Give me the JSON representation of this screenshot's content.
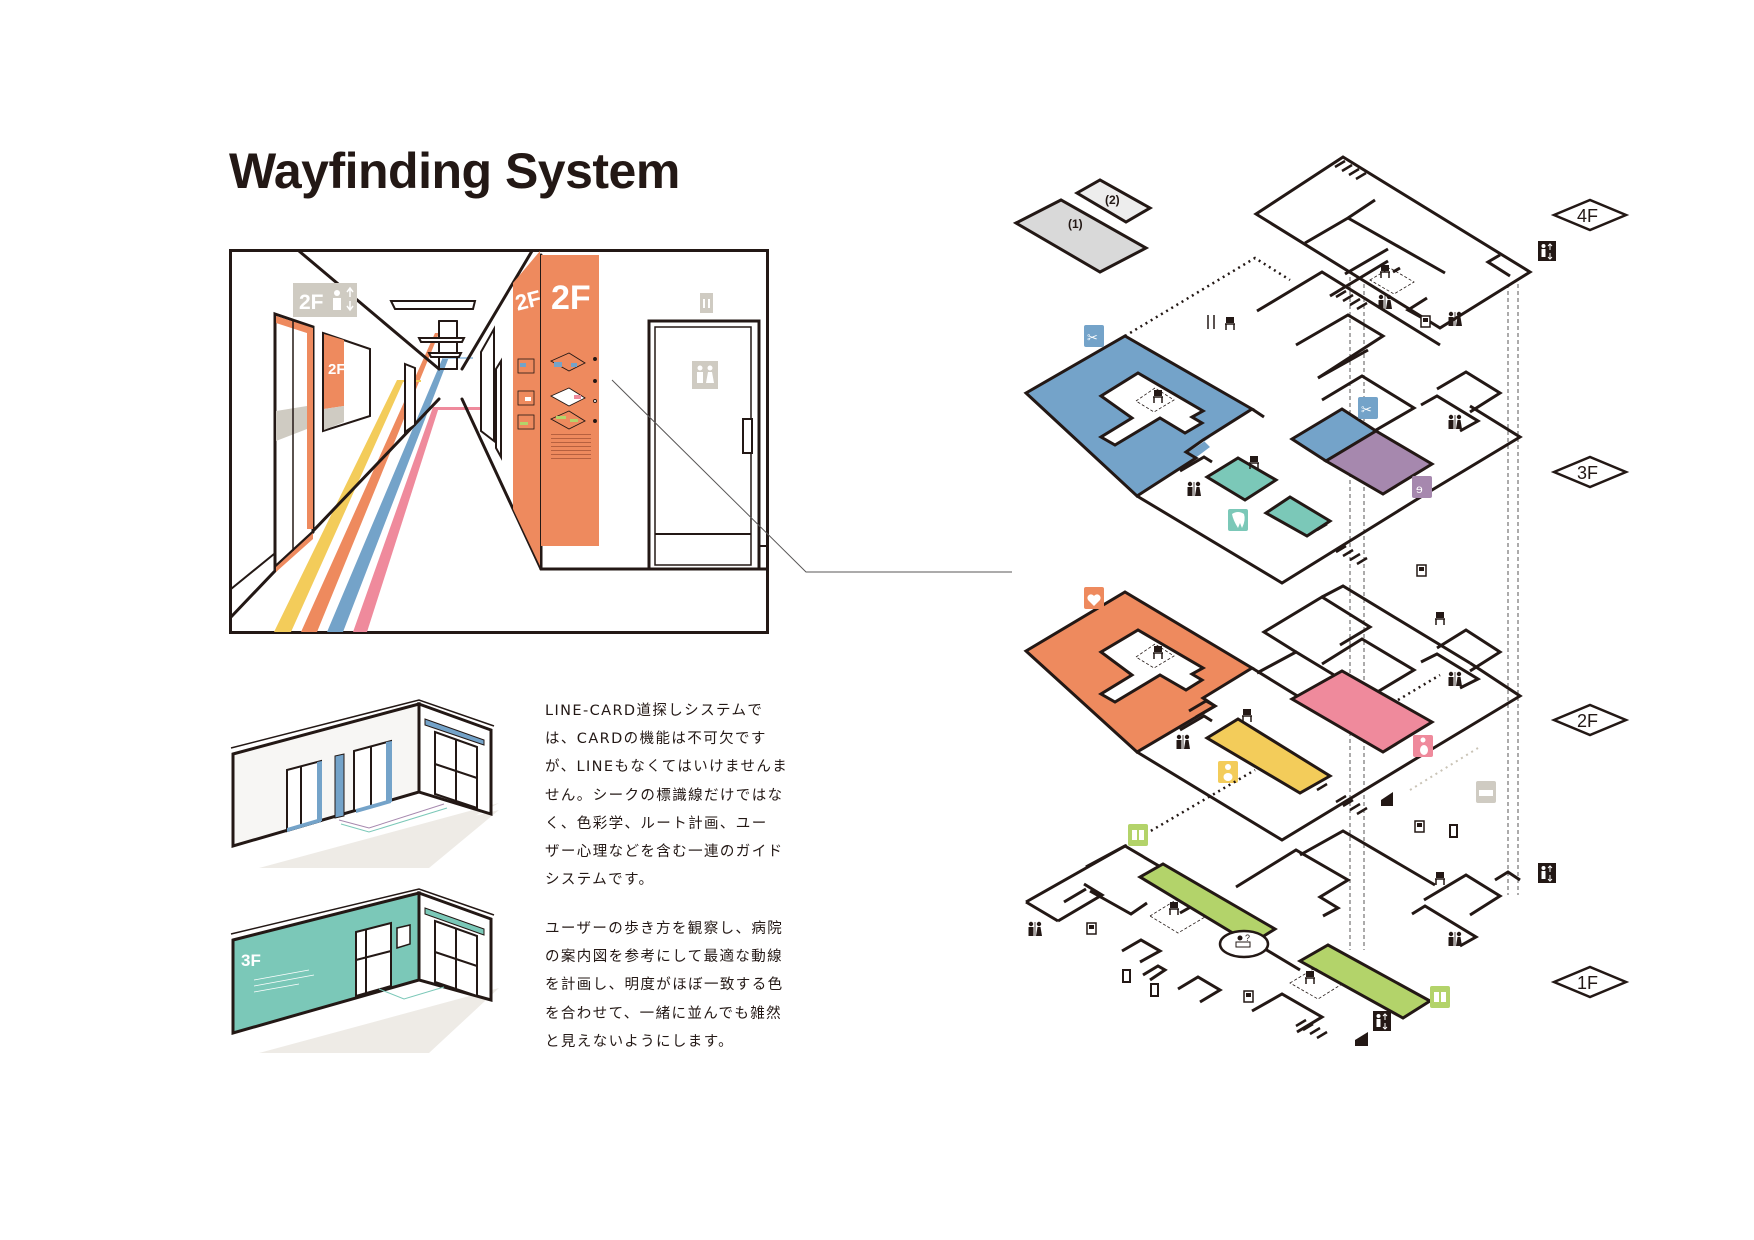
{
  "title": "Wayfinding System",
  "corridor": {
    "sign_left": "2F",
    "pillar_side_label": "2F",
    "pillar_front_label": "2F",
    "wall_poster_label": "2F",
    "colors": {
      "orange": "#EE8A5E",
      "yellow": "#F3CC5A",
      "blue": "#74A3C9",
      "pink": "#EF8A9C",
      "gray_sign": "#CFCBC2"
    }
  },
  "rooms": [
    {
      "name": "white-wall-room",
      "accent": "#74A3C9"
    },
    {
      "name": "teal-wall-room",
      "label": "3F",
      "accent": "#7BC8B8"
    }
  ],
  "description": {
    "paragraph1": [
      "LINE-CARD道探しシステムで",
      "は、CARDの機能は不可欠です",
      "が、LINEもなくてはいけませんま",
      "せん。シークの標識線だけではな",
      "く、色彩学、ルート計画、ユー",
      "ザー心理などを含む一連のガイド",
      "システムです。"
    ],
    "paragraph2": [
      "ユーザーの歩き方を観察し、病院",
      "の案内図を参考にして最適な動線",
      "を計画し、明度がほぼ一致する色",
      "を合わせて、一緒に並んでも雑然",
      "と見えないようにします。"
    ]
  },
  "floor_plan": {
    "legend_blocks": [
      {
        "label": "(1)",
        "color": "#D9D9D9"
      },
      {
        "label": "(2)",
        "color": "#EDEDED"
      }
    ],
    "floors": [
      {
        "label": "4F"
      },
      {
        "label": "3F",
        "zones": [
          {
            "name": "surgery",
            "color": "#74A3C9",
            "icon": "scissors-icon"
          },
          {
            "name": "ent",
            "color": "#A688AE",
            "icon": "ear-icon"
          },
          {
            "name": "dental",
            "color": "#7BC8B8",
            "icon": "tooth-icon"
          }
        ]
      },
      {
        "label": "2F",
        "zones": [
          {
            "name": "internal-medicine",
            "color": "#EE8A5E",
            "icon": "heart-icon"
          },
          {
            "name": "obstetrics",
            "color": "#EF8A9C",
            "icon": "pregnant-icon"
          },
          {
            "name": "pediatrics",
            "color": "#F3CC5A",
            "icon": "child-icon"
          }
        ]
      },
      {
        "label": "1F",
        "zones": [
          {
            "name": "pharmacy",
            "color": "#B3D36A",
            "icon": "medicine-icon"
          }
        ]
      }
    ]
  }
}
